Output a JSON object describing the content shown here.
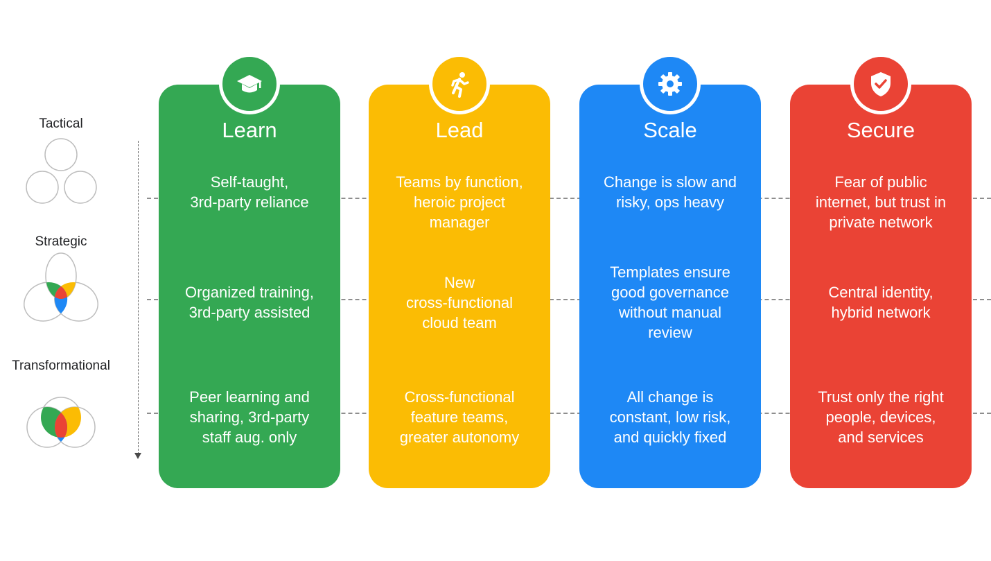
{
  "stages": [
    {
      "label": "Tactical"
    },
    {
      "label": "Strategic"
    },
    {
      "label": "Transformational"
    }
  ],
  "columns": [
    {
      "title": "Learn",
      "icon": "graduation-cap-icon",
      "color": "#34a853",
      "cells": [
        "Self-taught,\n3rd-party reliance",
        "Organized training,\n3rd-party assisted",
        "Peer learning and\nsharing, 3rd-party\nstaff aug. only"
      ]
    },
    {
      "title": "Lead",
      "icon": "running-person-icon",
      "color": "#fbbc04",
      "cells": [
        "Teams by function,\nheroic project\nmanager",
        "New\ncross-functional\ncloud team",
        "Cross-functional\nfeature teams,\ngreater autonomy"
      ]
    },
    {
      "title": "Scale",
      "icon": "gear-icon",
      "color": "#1e88f5",
      "cells": [
        "Change is slow and\nrisky, ops heavy",
        "Templates ensure\ngood governance\nwithout manual\nreview",
        "All change is\nconstant, low risk,\nand quickly fixed"
      ]
    },
    {
      "title": "Secure",
      "icon": "shield-check-icon",
      "color": "#ea4335",
      "cells": [
        "Fear of public\ninternet, but trust in\nprivate network",
        "Central identity,\nhybrid network",
        "Trust only the right\npeople, devices,\nand services"
      ]
    }
  ]
}
